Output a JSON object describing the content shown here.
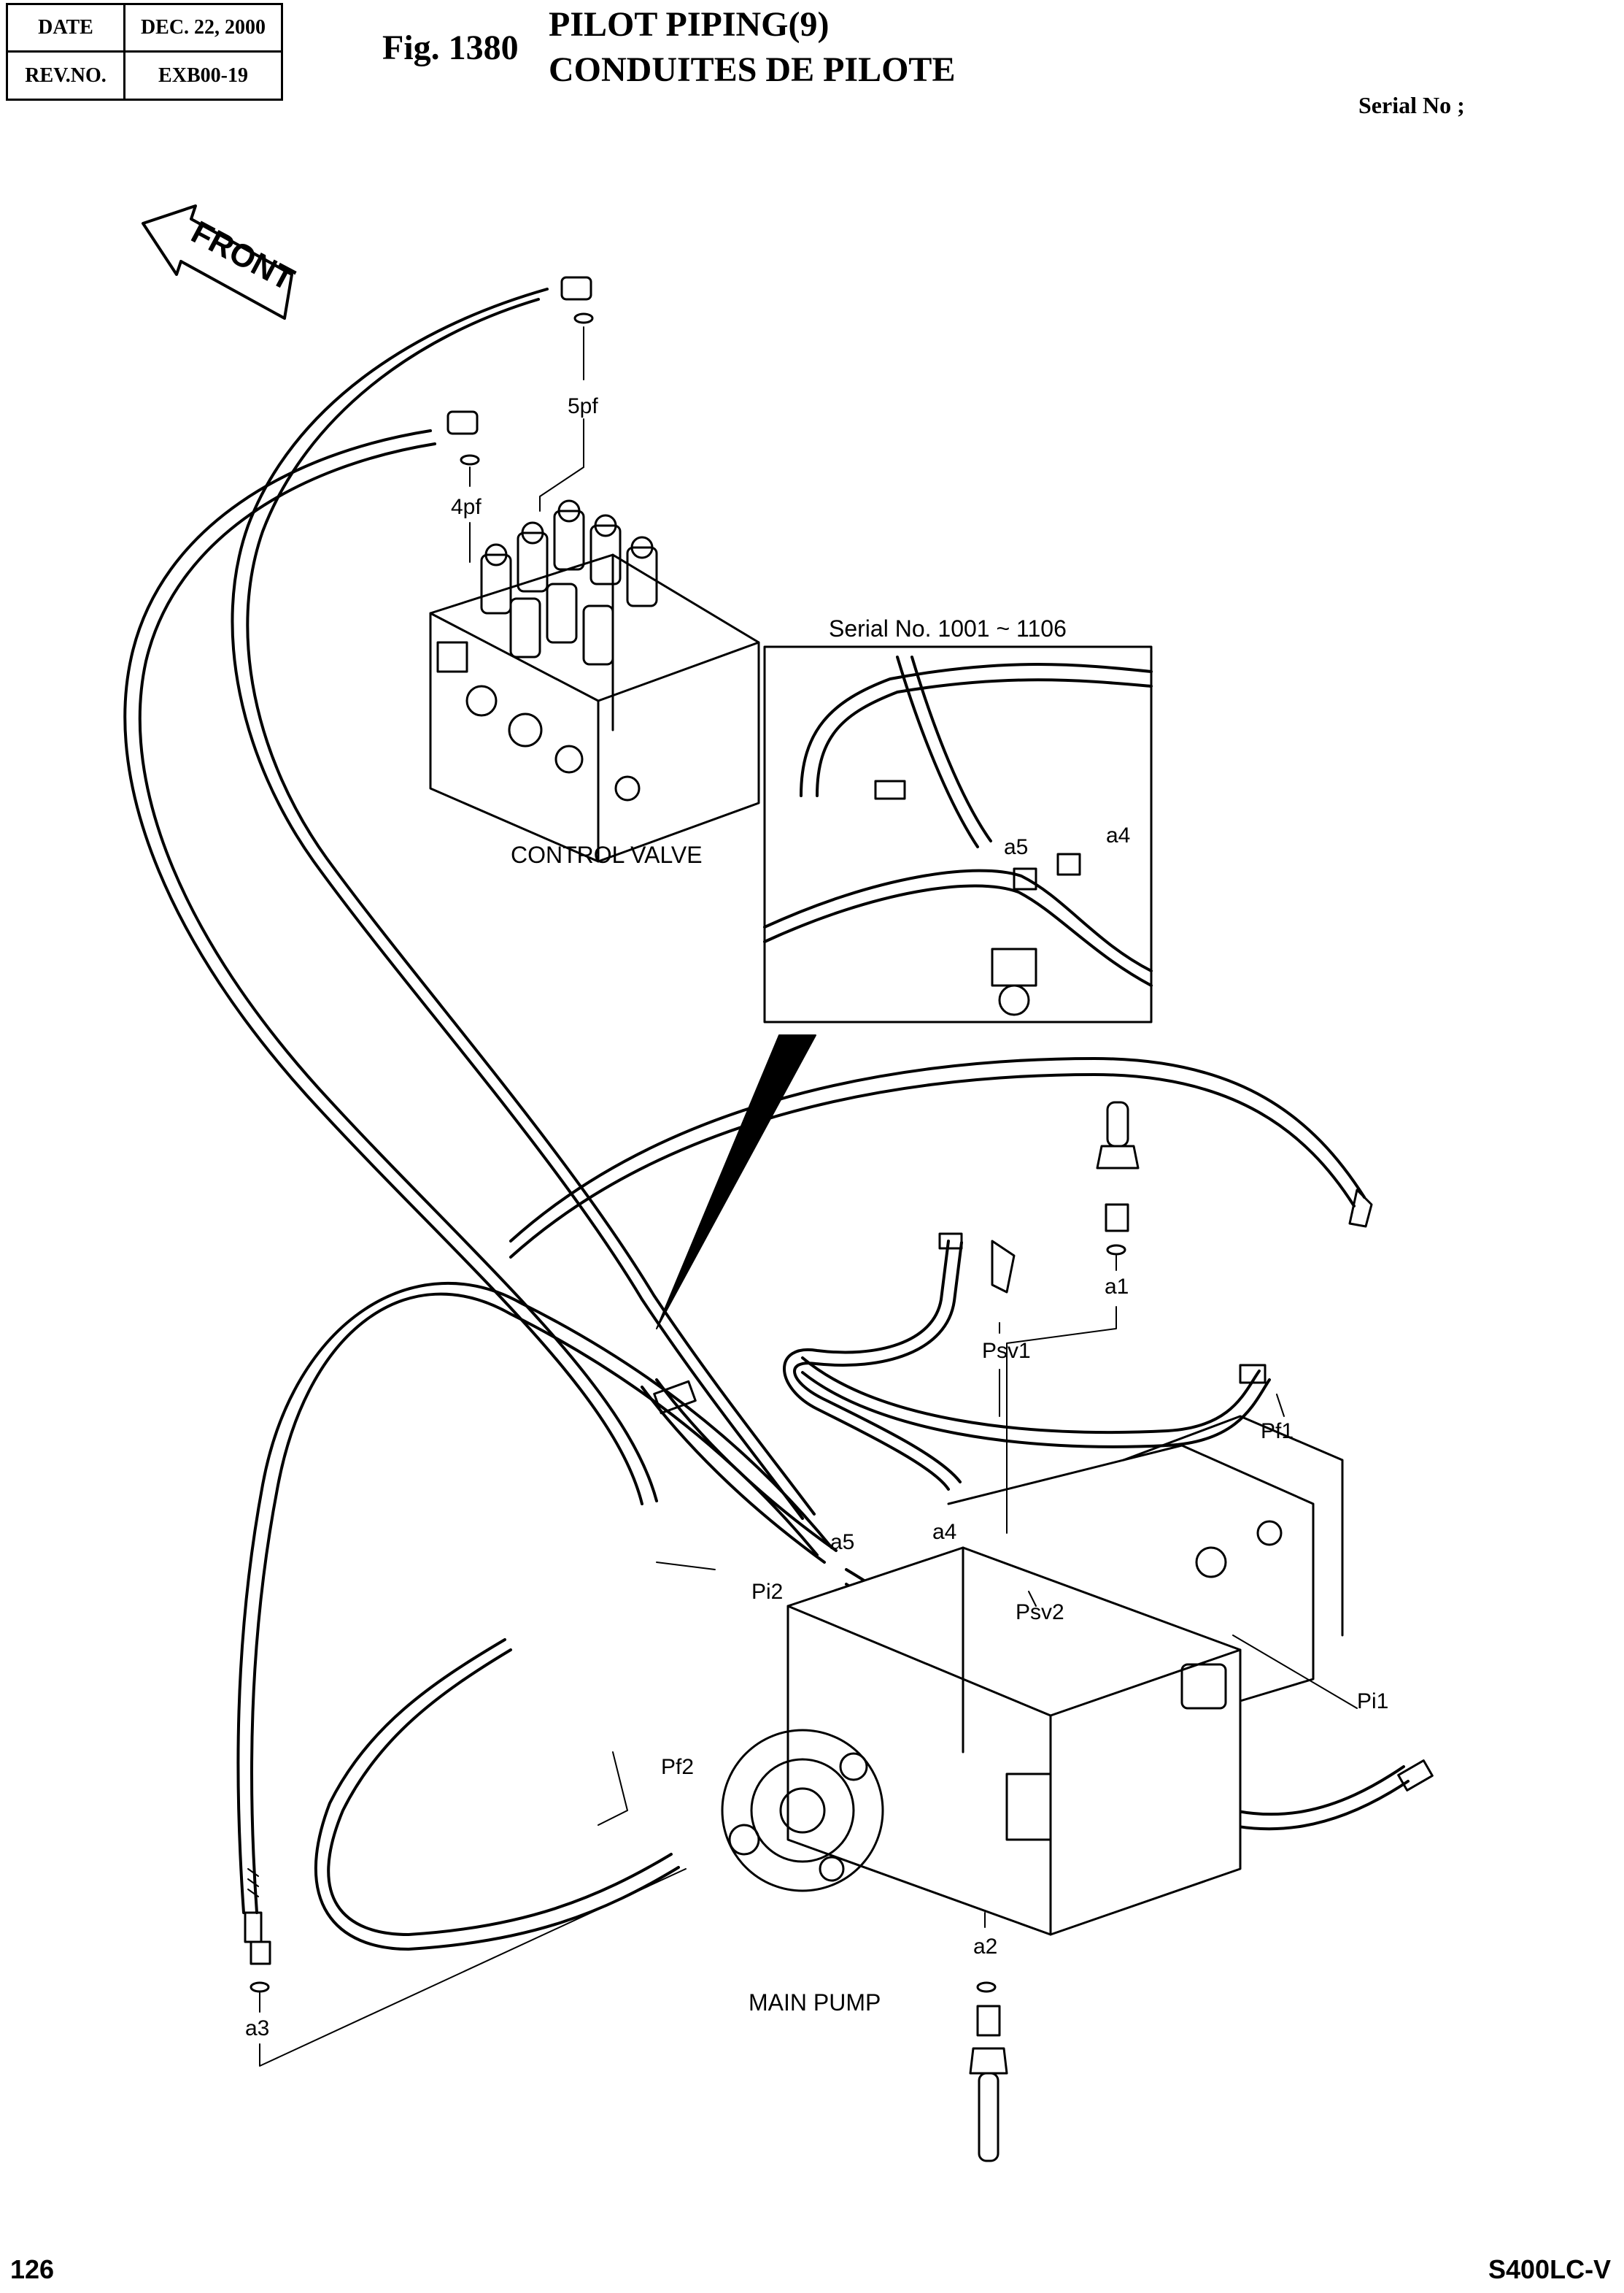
{
  "header": {
    "date_label": "DATE",
    "date_value": "DEC. 22, 2000",
    "rev_label": "REV.NO.",
    "rev_value": "EXB00-19"
  },
  "figure": {
    "number": "Fig. 1380",
    "title_en": "PILOT PIPING(9)",
    "title_fr": "CONDUITES DE PILOTE",
    "serial_label": "Serial No ;"
  },
  "diagram": {
    "front_arrow": "FRONT",
    "inset_title": "Serial No. 1001 ~ 1106",
    "components": {
      "control_valve": "CONTROL VALVE",
      "main_pump": "MAIN PUMP"
    },
    "ports": {
      "p5pf": "5pf",
      "p4pf": "4pf",
      "a5_inset": "a5",
      "a4_inset": "a4",
      "a1": "a1",
      "psv1": "Psv1",
      "pf1": "Pf1",
      "a5": "a5",
      "a4": "a4",
      "pi2": "Pi2",
      "psv2": "Psv2",
      "pi1": "Pi1",
      "pf2": "Pf2",
      "a2": "a2",
      "a3": "a3"
    }
  },
  "footer": {
    "page": "126",
    "model": "S400LC-V"
  }
}
